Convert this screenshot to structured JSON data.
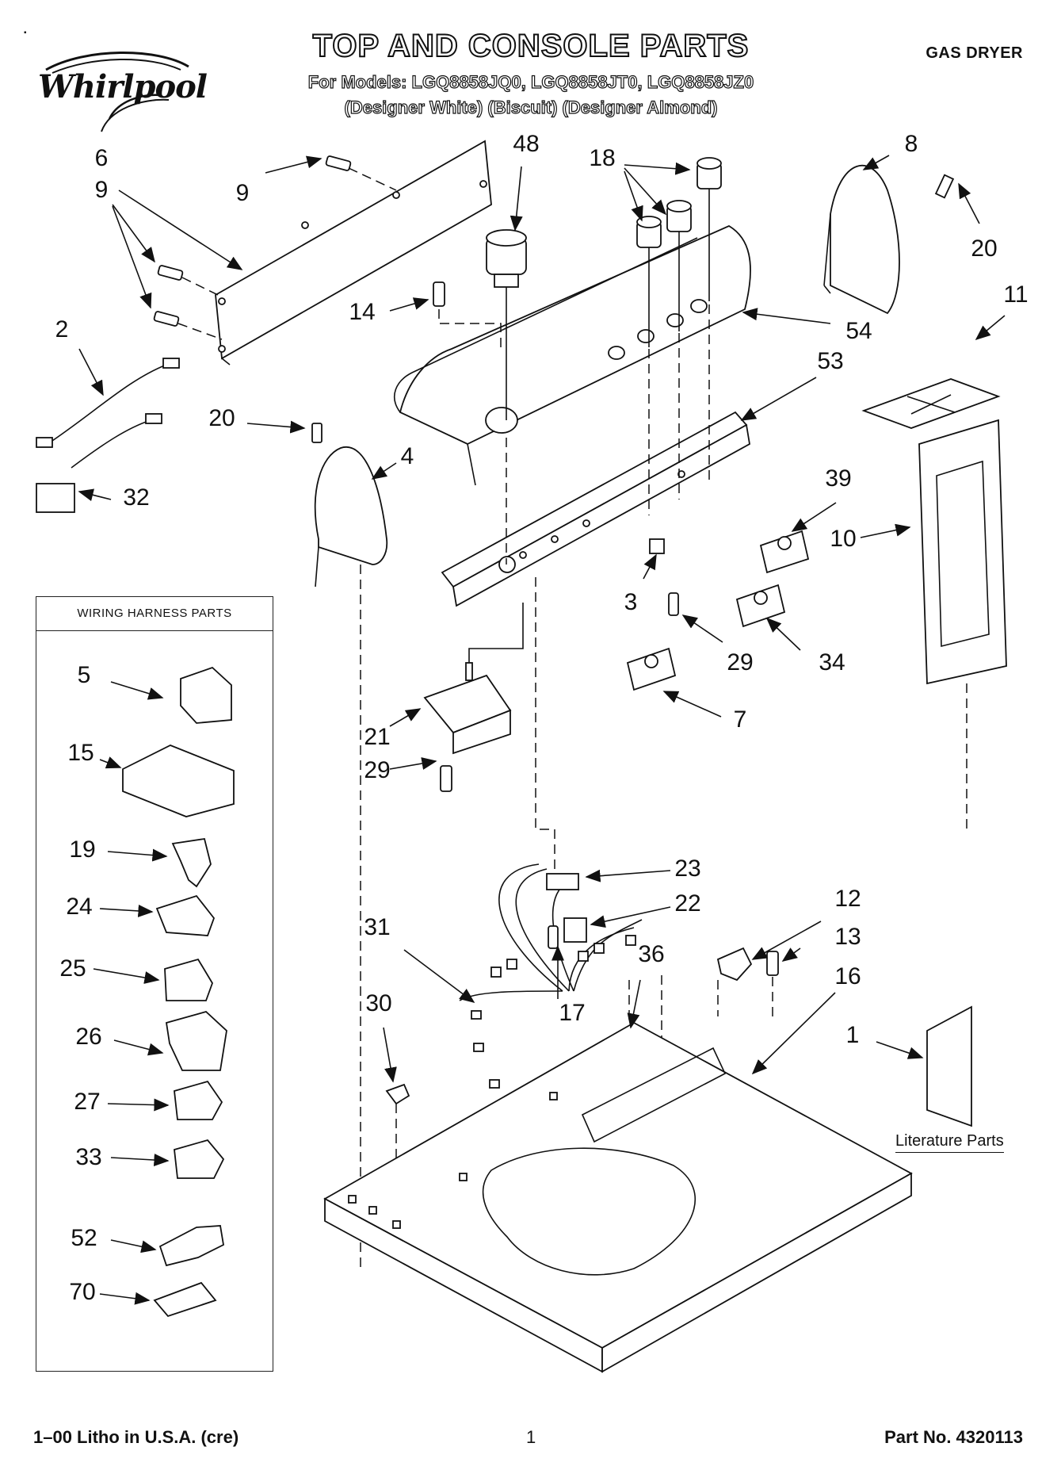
{
  "header": {
    "brand": "Whirlpool",
    "title": "TOP AND CONSOLE PARTS",
    "models_line": "For Models: LGQ8858JQ0, LGQ8858JT0, LGQ8858JZ0",
    "colors_line": "(Designer White)  (Biscuit)  (Designer Almond)",
    "product_type": "GAS DRYER"
  },
  "harness_box": {
    "title": "WIRING HARNESS PARTS"
  },
  "literature": {
    "label": "Literature Parts"
  },
  "footer": {
    "litho": "1–00 Litho in U.S.A. (cre)",
    "page_number": "1",
    "part_number": "Part No. 4320113"
  },
  "callouts": {
    "c48": "48",
    "c18": "18",
    "c8": "8",
    "c6": "6",
    "c9a": "9",
    "c9b": "9",
    "c20a": "20",
    "c11": "11",
    "c14": "14",
    "c54": "54",
    "c2": "2",
    "c53": "53",
    "c20b": "20",
    "c4": "4",
    "c32": "32",
    "c39": "39",
    "c10": "10",
    "c3": "3",
    "c29a": "29",
    "c34": "34",
    "c7": "7",
    "c21": "21",
    "c29b": "29",
    "c5": "5",
    "c15": "15",
    "c19": "19",
    "c24": "24",
    "c25": "25",
    "c26": "26",
    "c27": "27",
    "c33": "33",
    "c52": "52",
    "c70": "70",
    "c23": "23",
    "c22": "22",
    "c12": "12",
    "c13": "13",
    "c31": "31",
    "c36": "36",
    "c16": "16",
    "c17": "17",
    "c30": "30",
    "c1": "1"
  }
}
